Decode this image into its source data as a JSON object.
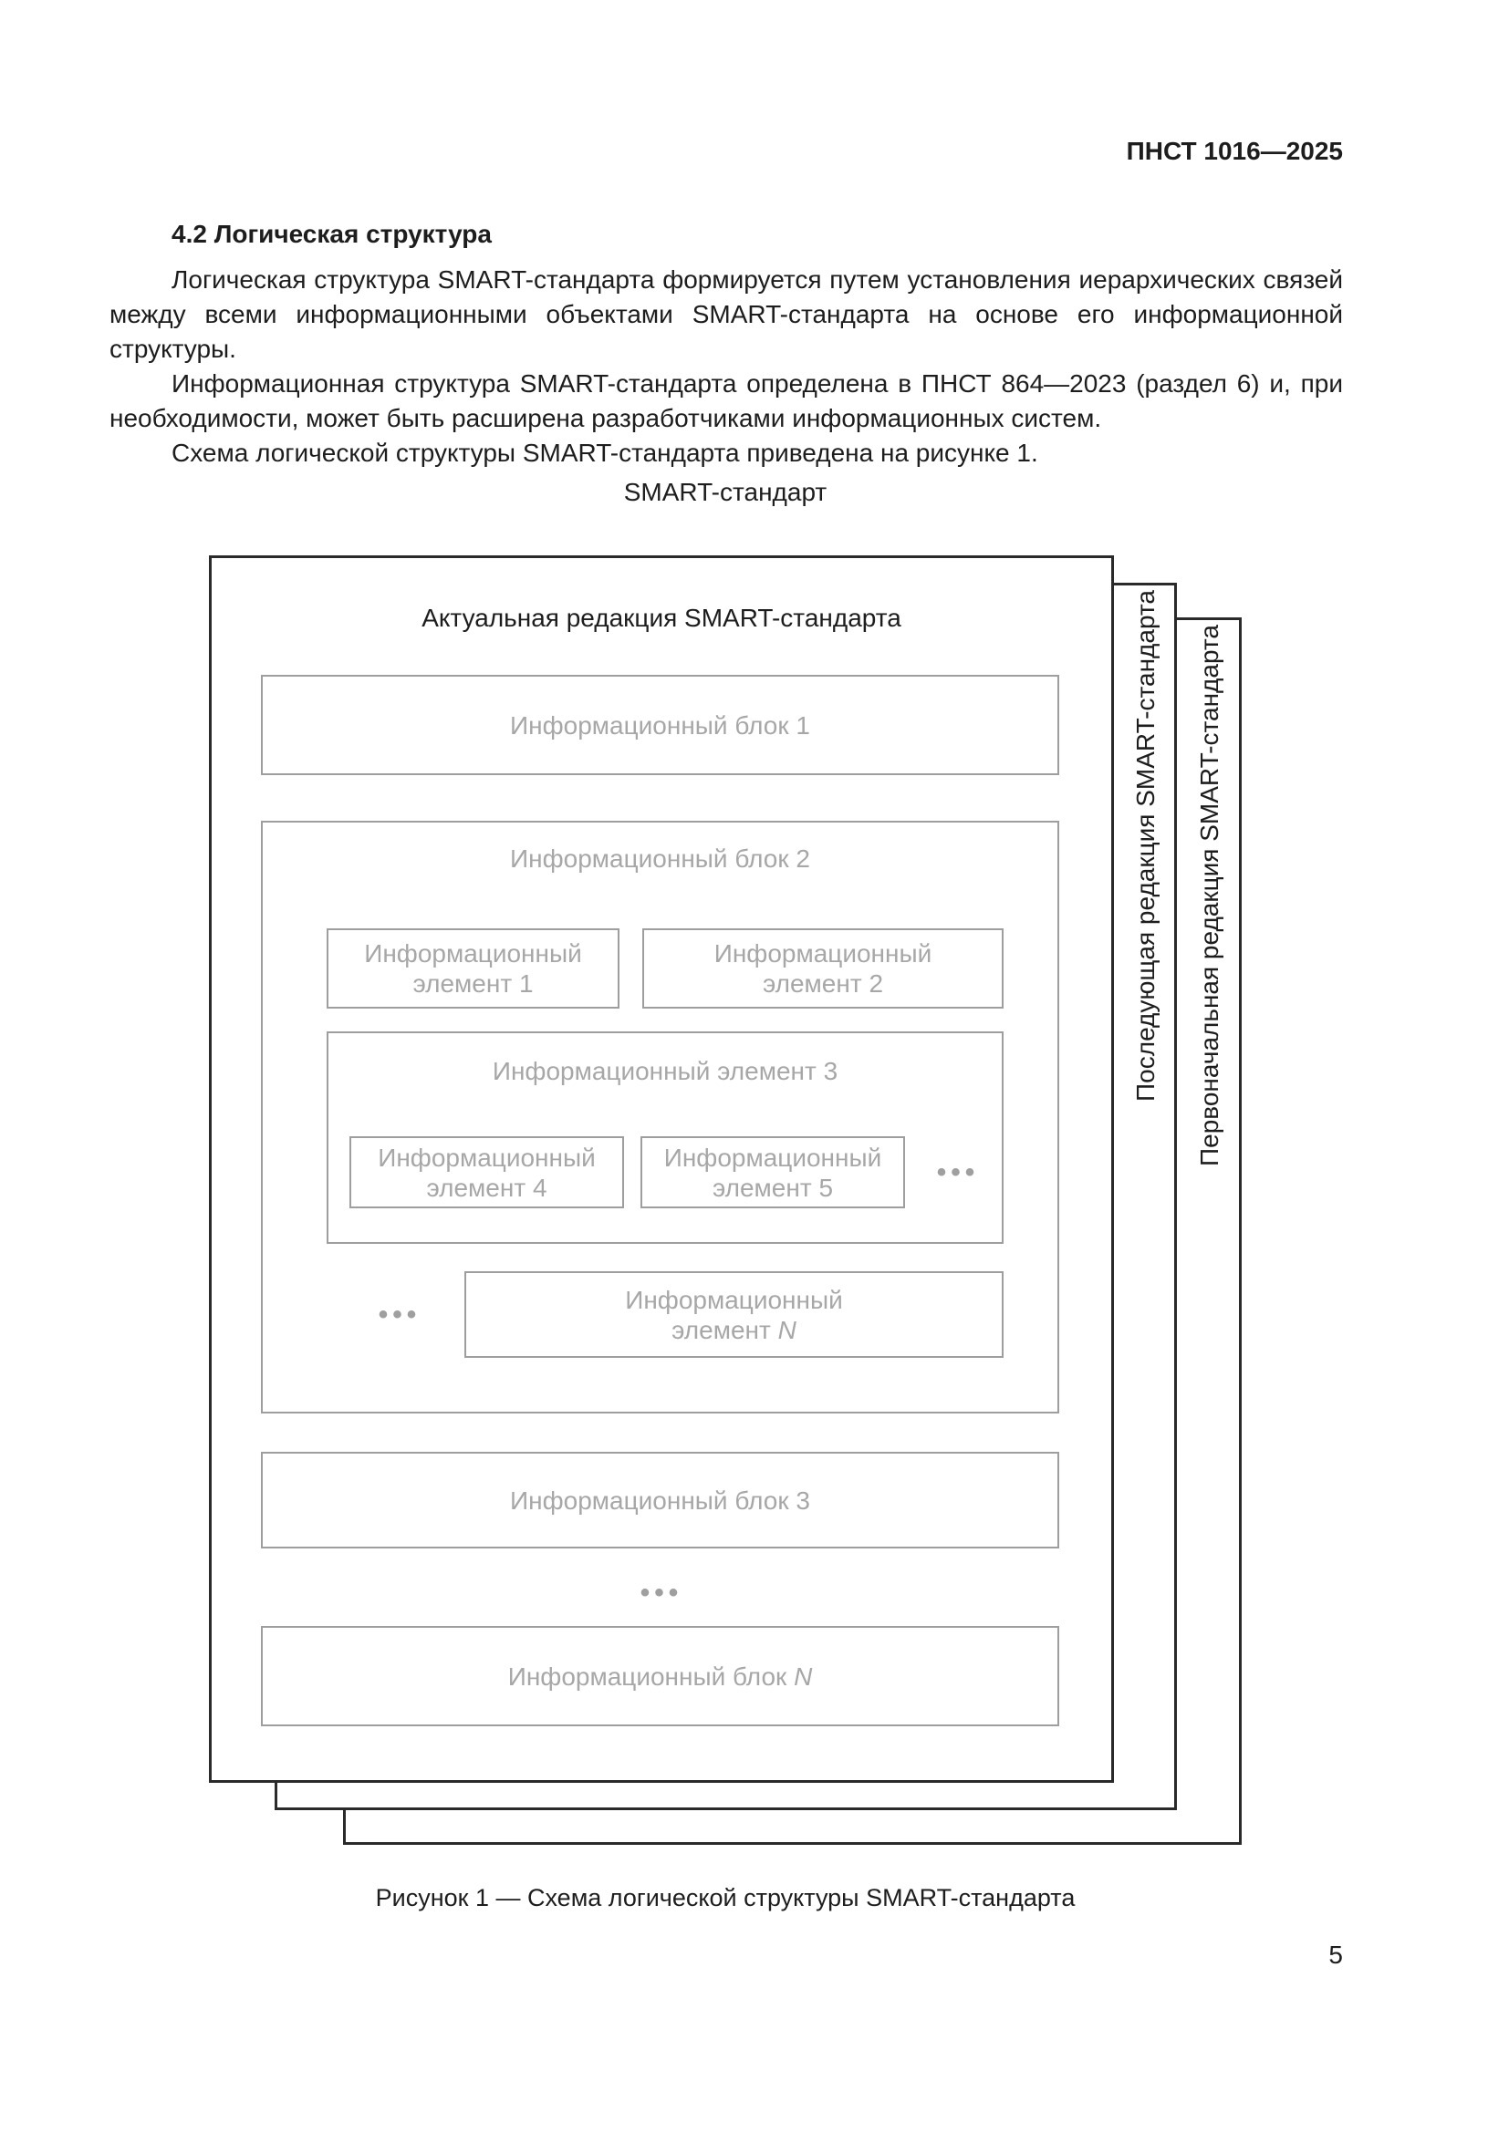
{
  "page": {
    "header": "ПНСТ 1016—2025",
    "page_number": "5"
  },
  "content": {
    "section_heading": "4.2 Логическая структура",
    "paragraph1": "Логическая структура SMART-стандарта формируется путем установления иерархических связей между всеми информационными объектами SMART-стандарта на основе его информационной структуры.",
    "paragraph2": "Информационная структура SMART-стандарта определена в ПНСТ 864—2023 (раздел 6) и, при необходимости, может быть расширена разработчиками информационных систем.",
    "paragraph3": "Схема логической структуры SMART-стандарта приведена на рисунке 1."
  },
  "figure": {
    "title": "SMART-стандарт",
    "front_title": "Актуальная редакция SMART-стандарта",
    "side_label_next": "Последующая редакция SMART-стандарта",
    "side_label_initial": "Первоначальная редакция SMART-стандарта",
    "block1": "Информационный блок 1",
    "block2": "Информационный блок 2",
    "block3": "Информационный блок 3",
    "blockN": {
      "text": "Информационный блок",
      "var": "N"
    },
    "elem1": {
      "line1": "Информационный",
      "line2": "элемент 1"
    },
    "elem2": {
      "line1": "Информационный",
      "line2": "элемент 2"
    },
    "elem3": "Информационный элемент 3",
    "elem4": {
      "line1": "Информационный",
      "line2": "элемент 4"
    },
    "elem5": {
      "line1": "Информационный",
      "line2": "элемент 5"
    },
    "elemN": {
      "line1": "Информационный",
      "line2": "элемент",
      "var": "N"
    },
    "dots": "•••",
    "caption": "Рисунок 1 — Схема логической структуры SMART-стандарта"
  }
}
